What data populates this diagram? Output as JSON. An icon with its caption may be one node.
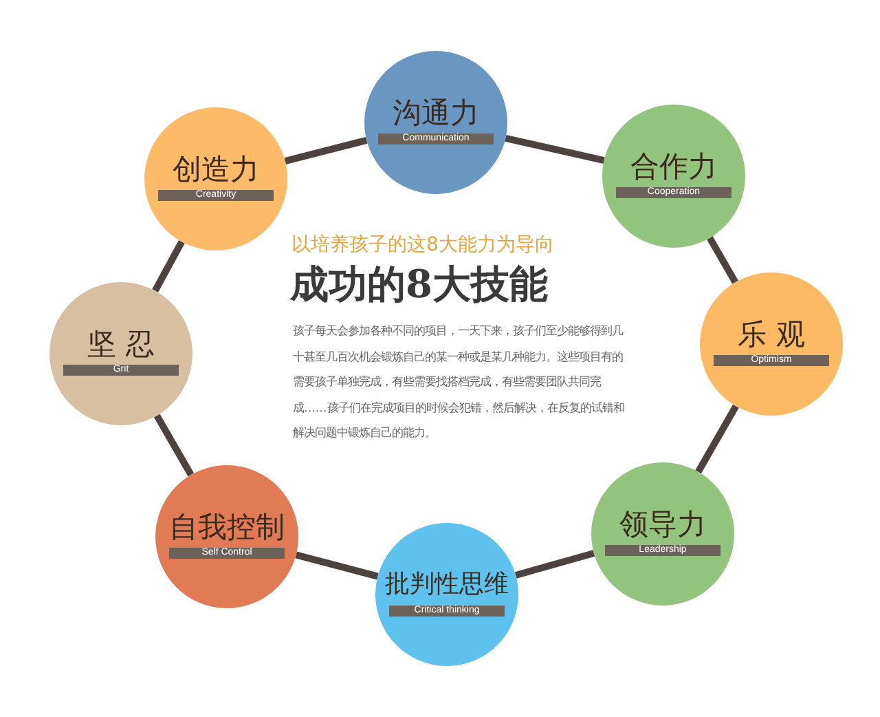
{
  "diagram": {
    "title": "成功的8大技能",
    "nodes": [
      {
        "text": [
          "沟通力",
          "Communication"
        ]
      },
      {
        "text": [
          "合作力",
          "Cooperation"
        ]
      },
      {
        "text": [
          "乐 观",
          "Optimism"
        ]
      },
      {
        "text": [
          "领导力",
          "Leadership"
        ]
      },
      {
        "text": [
          "批判性思维",
          "Critical thinking"
        ]
      },
      {
        "text": [
          "自我控制",
          "Self Control"
        ]
      },
      {
        "text": [
          "坚 忍",
          "Grit"
        ]
      },
      {
        "text": [
          "创造力",
          "Creativity"
        ]
      }
    ],
    "edges": [
      {
        "from": 0,
        "to": 1,
        "arrow": "none"
      },
      {
        "from": 1,
        "to": 2,
        "arrow": "none"
      },
      {
        "from": 2,
        "to": 3,
        "arrow": "none"
      },
      {
        "from": 3,
        "to": 4,
        "arrow": "none"
      },
      {
        "from": 4,
        "to": 5,
        "arrow": "none"
      },
      {
        "from": 5,
        "to": 6,
        "arrow": "none"
      },
      {
        "from": 6,
        "to": 7,
        "arrow": "none"
      },
      {
        "from": 7,
        "to": 0,
        "arrow": "none"
      }
    ],
    "labels": [
      "以培养孩子的这8大能力为导向",
      "孩子每天会参加各种不同的项目，一天下来，孩子们至少能够得到几十甚至几百次机会锻炼自己的某一种或是某几种能力。这些项目有的需要孩子单独完成，有些需要找搭档完成，有些需要团队共同完成……孩子们在完成项目的时候会犯错，然后解决，在反复的试错和解决问题中锻炼自己的能力。"
    ]
  }
}
